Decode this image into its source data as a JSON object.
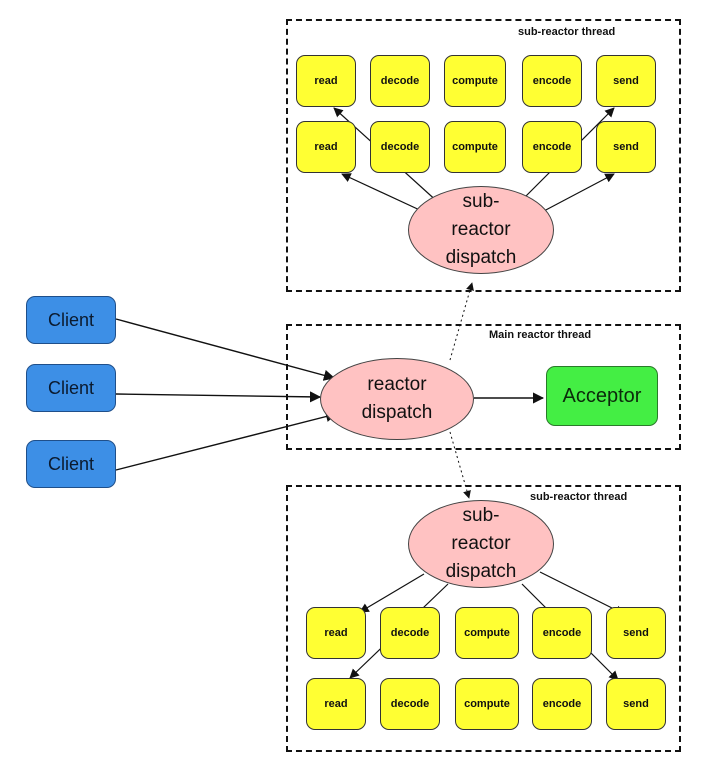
{
  "frames": {
    "top_title": "sub-reactor thread",
    "main_title": "Main reactor thread",
    "bottom_title": "sub-reactor thread"
  },
  "handler_labels": {
    "read": "read",
    "decode": "decode",
    "compute": "compute",
    "encode": "encode",
    "send": "send"
  },
  "client_label": "Client",
  "acceptor_label": "Acceptor",
  "reactor_dispatch": {
    "line1": "reactor",
    "line2": "dispatch"
  },
  "sub_reactor_dispatch": {
    "line1": "sub-",
    "line2": "reactor",
    "line3": "dispatch"
  },
  "colors": {
    "handler_fill": "#ffff33",
    "client_fill": "#3d8fe6",
    "acceptor_fill": "#44ee44",
    "dispatch_fill": "#ffc2c2"
  }
}
